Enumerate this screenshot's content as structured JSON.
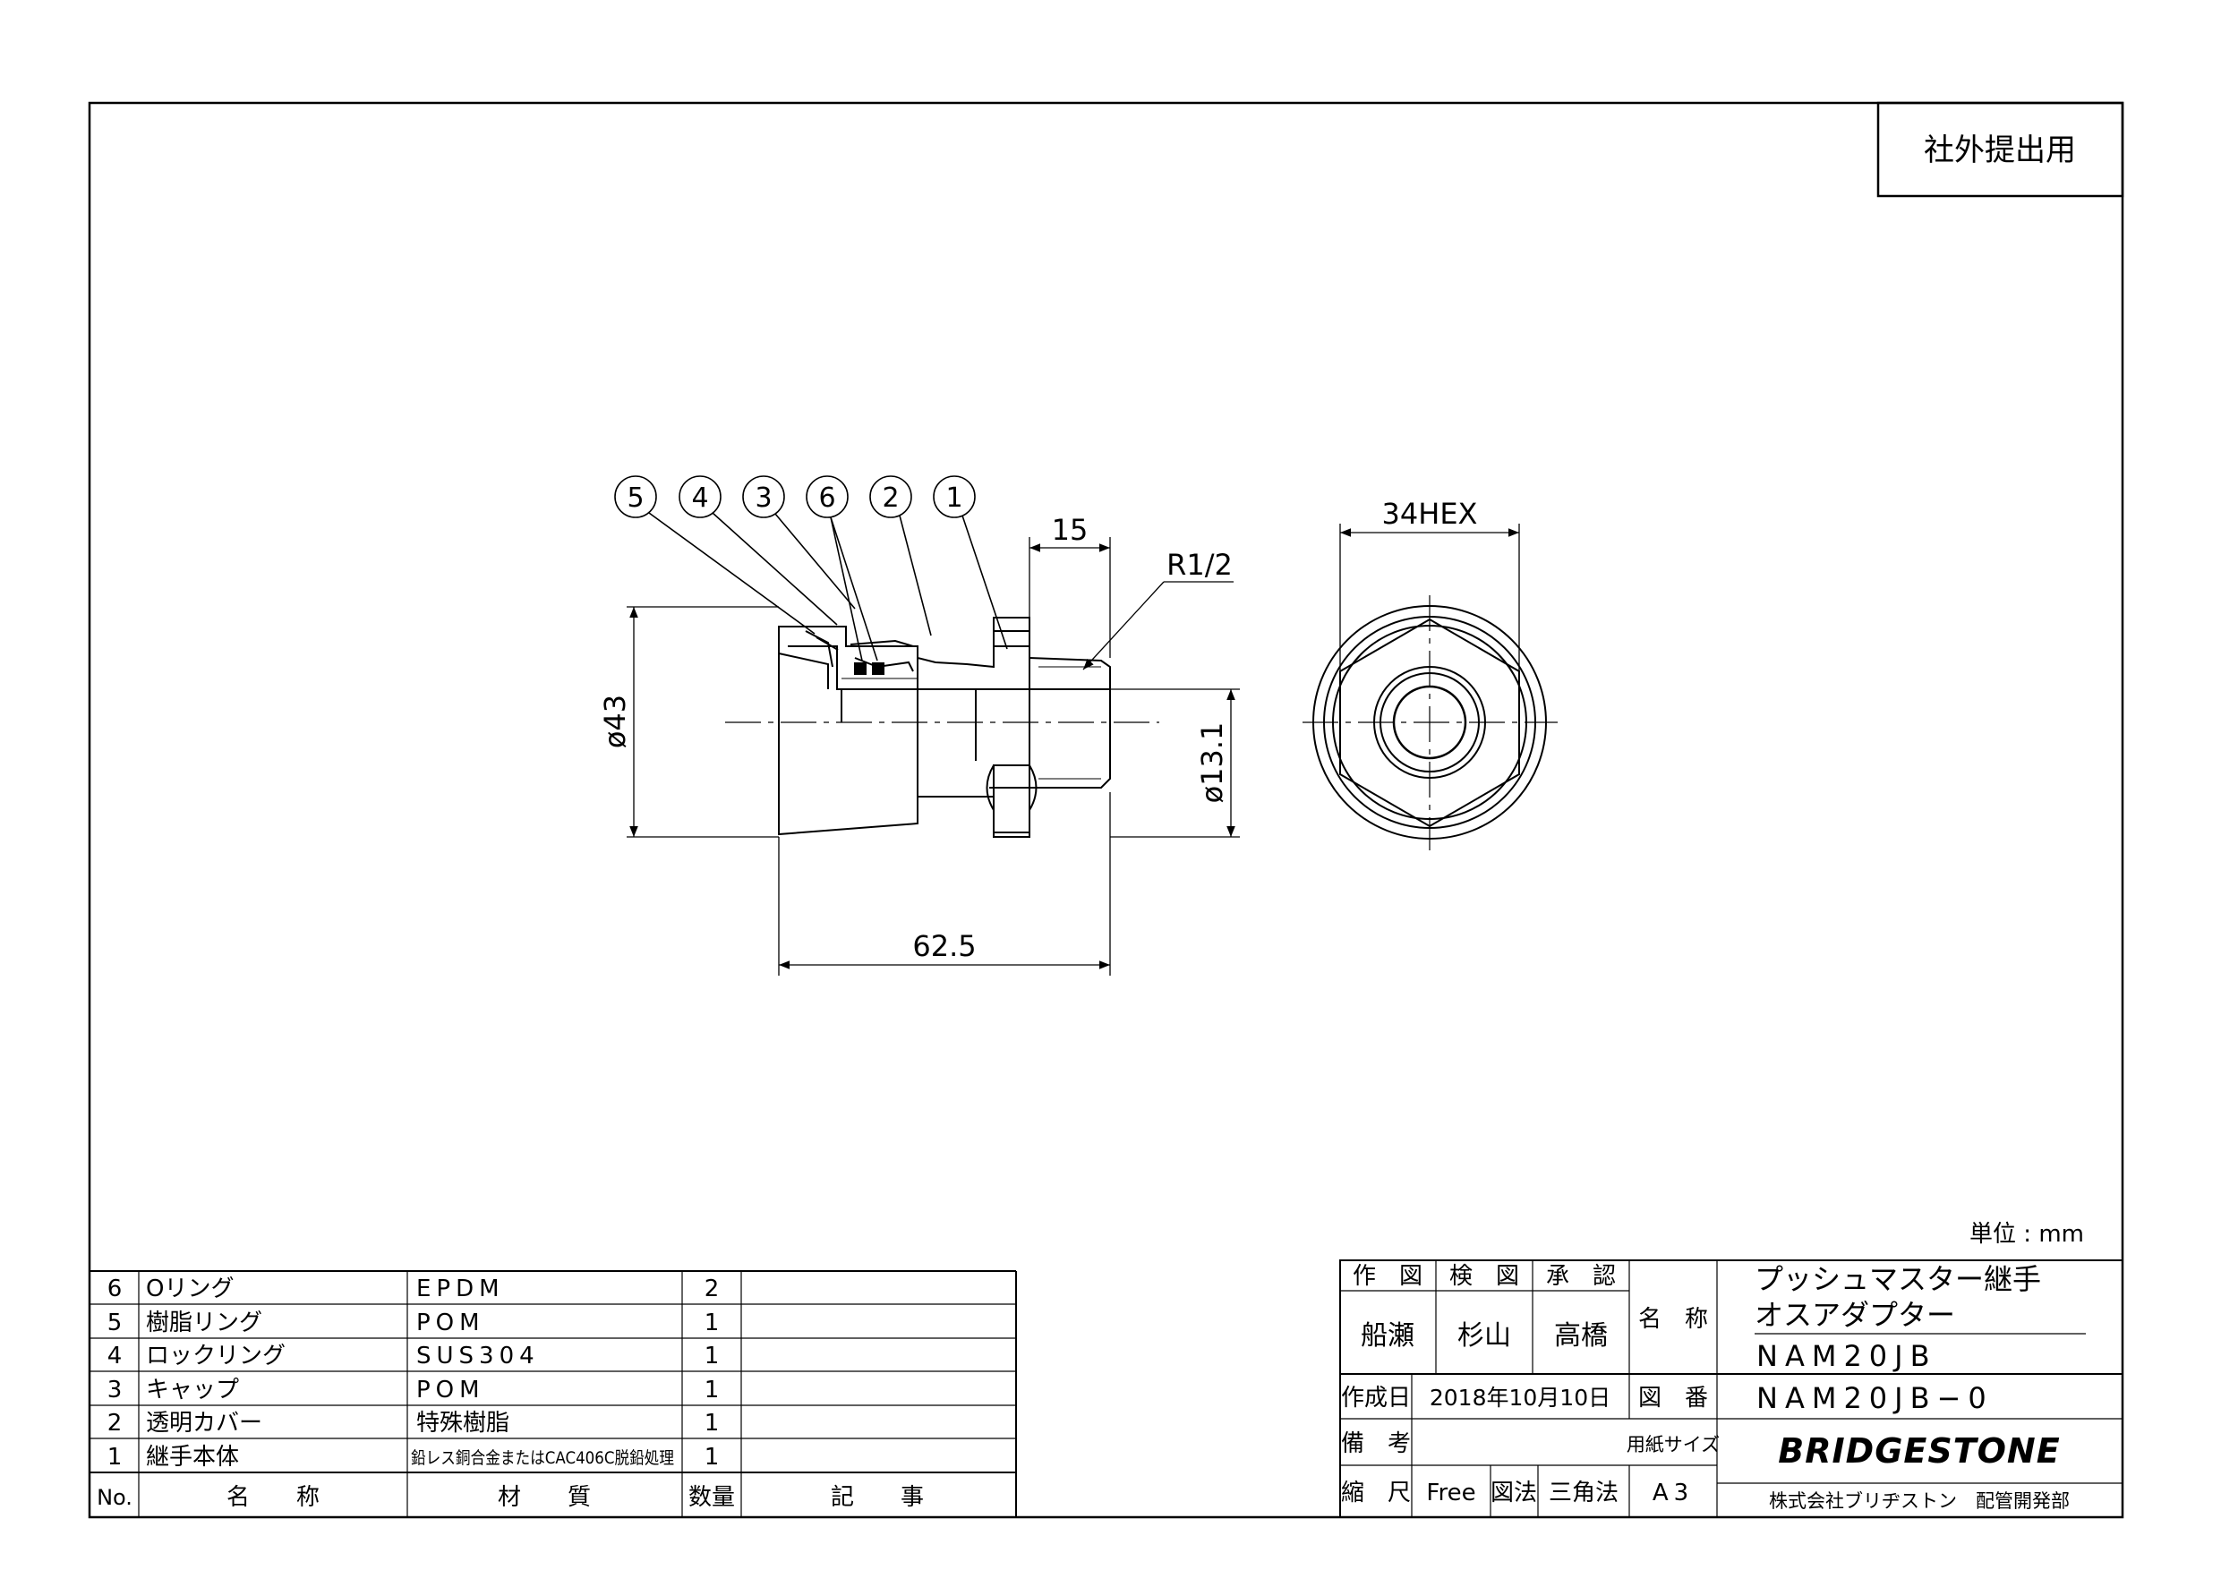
{
  "stamp": "社外提出用",
  "unit_label": "単位 : mm",
  "balloons": [
    "5",
    "4",
    "3",
    "6",
    "2",
    "1"
  ],
  "dimensions": {
    "thread_length": "15",
    "thread_size": "R1/2",
    "outer_diameter": "ø43",
    "inner_diameter": "ø13.1",
    "overall_length": "62.5",
    "hex": "34HEX"
  },
  "parts_table": {
    "header": {
      "no": "No.",
      "name": "名　　称",
      "material": "材　　質",
      "qty": "数量",
      "remarks": "記　　事"
    },
    "rows": [
      {
        "no": "6",
        "name": "Oリング",
        "material": "EPDM",
        "qty": "2",
        "remarks": ""
      },
      {
        "no": "5",
        "name": "樹脂リング",
        "material": "POM",
        "qty": "1",
        "remarks": ""
      },
      {
        "no": "4",
        "name": "ロックリング",
        "material": "SUS304",
        "qty": "1",
        "remarks": ""
      },
      {
        "no": "3",
        "name": "キャップ",
        "material": "POM",
        "qty": "1",
        "remarks": ""
      },
      {
        "no": "2",
        "name": "透明カバー",
        "material": "特殊樹脂",
        "qty": "1",
        "remarks": ""
      },
      {
        "no": "1",
        "name": "継手本体",
        "material": "鉛レス銅合金またはCAC406C脱鉛処理",
        "qty": "1",
        "remarks": ""
      }
    ]
  },
  "title_block": {
    "drawn_label": "作　図",
    "checked_label": "検　図",
    "approved_label": "承　認",
    "drawn_by": "船瀬",
    "checked_by": "杉山",
    "approved_by": "高橋",
    "name_label": "名　称",
    "product_name_1": "プッシュマスター継手",
    "product_name_2": "オスアダプター",
    "product_code": "NAM20JB",
    "date_label": "作成日",
    "date": "2018年10月10日",
    "drawing_no_label": "図　番",
    "drawing_no": "NAM20JB−0",
    "notes_label": "備　考",
    "notes": "",
    "paper_size_label": "用紙サイズ",
    "paper_size": "A3",
    "scale_label": "縮　尺",
    "scale": "Free",
    "projection_label": "図法",
    "projection": "三角法",
    "brand": "BRIDGESTONE",
    "company": "株式会社ブリヂストン　配管開発部"
  }
}
